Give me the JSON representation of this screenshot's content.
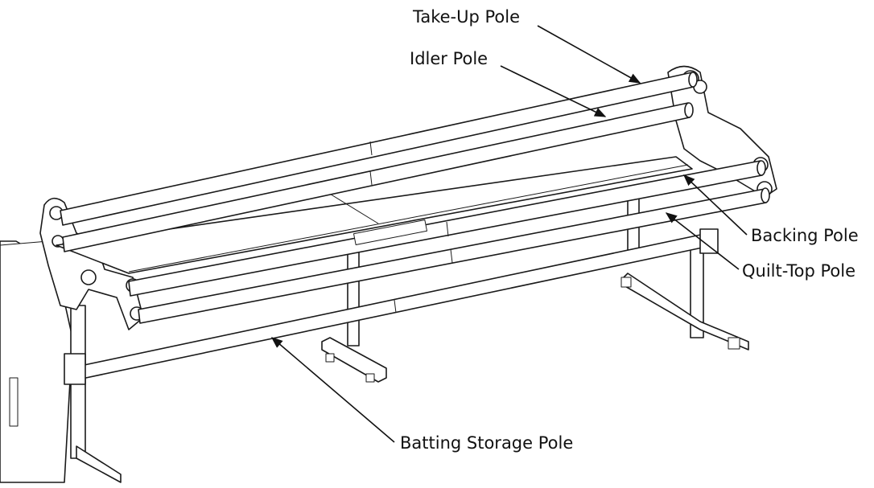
{
  "diagram": {
    "subject": "quilting-frame",
    "labels": {
      "take_up_pole": "Take-Up Pole",
      "idler_pole": "Idler Pole",
      "backing_pole": "Backing Pole",
      "quilt_top_pole": "Quilt-Top Pole",
      "batting_storage_pole": "Batting Storage Pole"
    }
  }
}
